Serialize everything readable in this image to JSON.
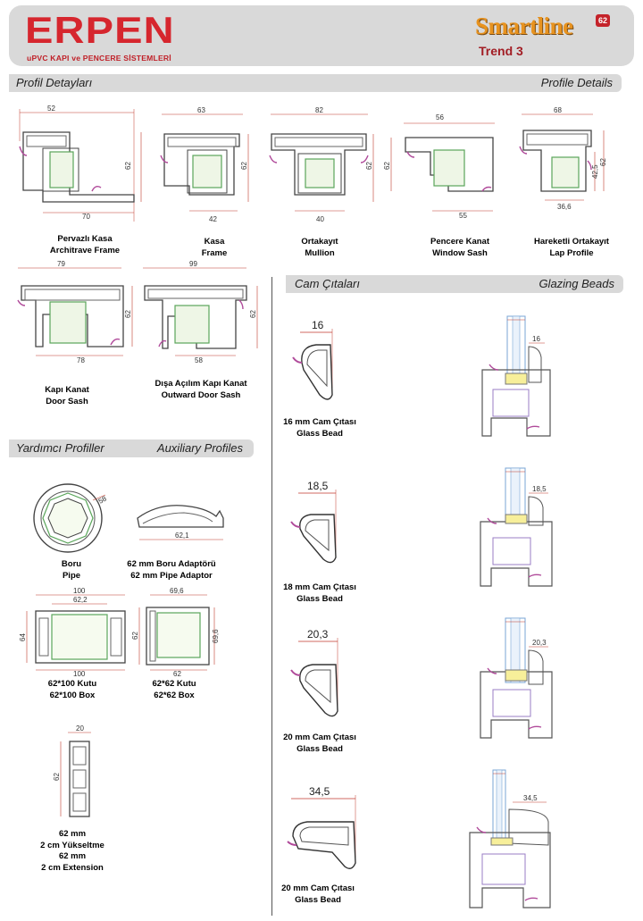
{
  "header": {
    "logo": "ERPEN",
    "logo_subtitle": "uPVC KAPI ve PENCERE SİSTEMLERİ",
    "brand": "Smartline",
    "brand_number": "62",
    "series": "Trend 3"
  },
  "sections": {
    "profiles_tr": "Profil Detayları",
    "profiles_en": "Profile Details",
    "beads_tr": "Cam Çıtaları",
    "beads_en": "Glazing Beads",
    "aux_tr": "Yardımcı Profiller",
    "aux_en": "Auxiliary Profiles"
  },
  "profiles": [
    {
      "name_tr": "Pervazlı Kasa",
      "name_en": "Architrave Frame",
      "top": "52",
      "bottom": "70",
      "side": "62"
    },
    {
      "name_tr": "Kasa",
      "name_en": "Frame",
      "top": "63",
      "bottom": "42",
      "side": "62"
    },
    {
      "name_tr": "Ortakayıt",
      "name_en": "Mullion",
      "top": "82",
      "bottom": "40",
      "side": "62"
    },
    {
      "name_tr": "Pencere Kanat",
      "name_en": "Window Sash",
      "top": "56",
      "bottom": "55",
      "side": "62"
    },
    {
      "name_tr": "Hareketli Ortakayıt",
      "name_en": "Lap Profile",
      "top": "68",
      "bottom": "36,6",
      "side": "62",
      "side2": "42,5"
    },
    {
      "name_tr": "Kapı Kanat",
      "name_en": "Door Sash",
      "top": "79",
      "bottom": "78",
      "side": "62"
    },
    {
      "name_tr": "Dışa Açılım Kapı Kanat",
      "name_en": "Outward Door Sash",
      "top": "99",
      "bottom": "58",
      "side": "62"
    }
  ],
  "beads": [
    {
      "name_tr": "16 mm Cam Çıtası",
      "name_en": "Glass Bead",
      "width": "16",
      "small": "16"
    },
    {
      "name_tr": "18 mm Cam Çıtası",
      "name_en": "Glass Bead",
      "width": "18,5",
      "small": "18,5"
    },
    {
      "name_tr": "20 mm Cam Çıtası",
      "name_en": "Glass Bead",
      "width": "20,3",
      "small": "20,3"
    },
    {
      "name_tr": "20 mm Cam Çıtası",
      "name_en": "Glass Bead",
      "width": "34,5",
      "small": "34,5"
    }
  ],
  "aux": {
    "pipe": {
      "name_tr": "Boru",
      "name_en": "Pipe",
      "dim": "58"
    },
    "adaptor": {
      "name_tr": "62 mm Boru Adaptörü",
      "name_en": "62 mm Pipe Adaptor",
      "dim": "62,1"
    },
    "box100": {
      "name_tr": "62*100 Kutu",
      "name_en": "62*100 Box",
      "top": "100",
      "top2": "62,2",
      "side": "64",
      "bottom": "100"
    },
    "box62": {
      "name_tr": "62*62 Kutu",
      "name_en": "62*62 Box",
      "top": "69,6",
      "side": "62",
      "side2": "69,6",
      "bottom": "62"
    },
    "extension": {
      "line1": "62 mm",
      "line2": "2 cm Yükseltme",
      "line3": "62 mm",
      "line4": "2 cm Extension",
      "top": "20",
      "side": "62"
    }
  },
  "colors": {
    "red": "#d6262e",
    "orange": "#e8931f",
    "dim_red": "#c0392b",
    "profile_green": "#5aa55a",
    "gasket_pink": "#b04a9a",
    "band": "#d9d9d9"
  }
}
